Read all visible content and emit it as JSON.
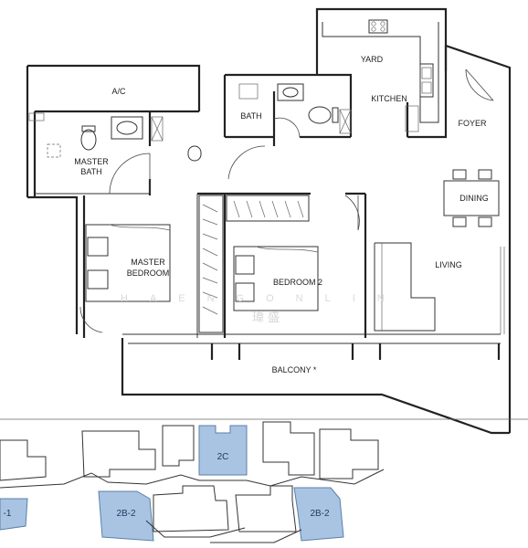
{
  "rooms": {
    "ac": "A/C",
    "bath": "BATH",
    "master_bath_line1": "MASTER",
    "master_bath_line2": "BATH",
    "yard": "YARD",
    "kitchen": "KITCHEN",
    "foyer": "FOYER",
    "dining": "DINING",
    "master_bedroom_line1": "MASTER",
    "master_bedroom_line2": "BEDROOM",
    "bedroom2": "BEDROOM 2",
    "living": "LIVING",
    "balcony": "BALCONY *"
  },
  "watermark": {
    "latin": "HAENGONLIN",
    "cjk": "瑋 盛"
  },
  "keyplan": {
    "highlight_color": "#a9c4e3",
    "highlight_stroke": "#5a7fa8",
    "units": {
      "unit_2c": "2C",
      "unit_left": "-1",
      "unit_2b2_a": "2B-2",
      "unit_2b2_b": "2B-2"
    }
  }
}
